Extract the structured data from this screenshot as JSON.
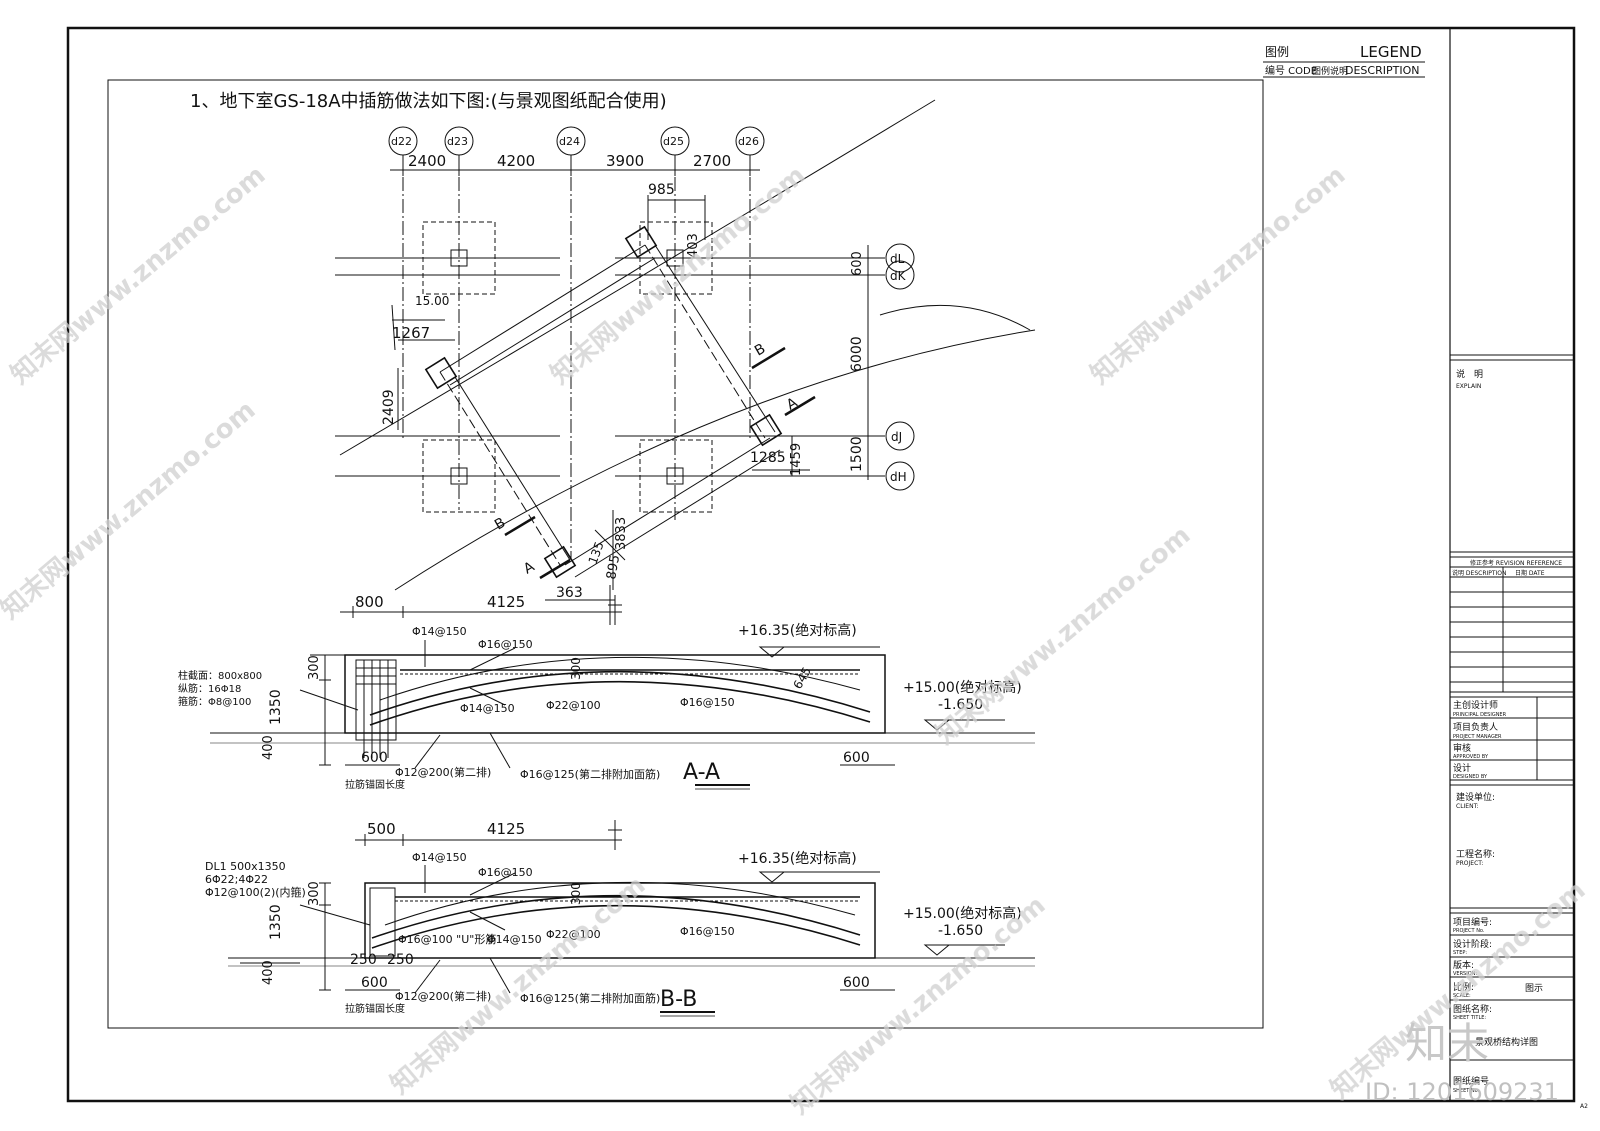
{
  "header": {
    "title": "1、地下室GS-18A中插筋做法如下图:(与景观图纸配合使用)",
    "legend_cn": "图例",
    "legend_en": "LEGEND",
    "legend_code": "编号 CODE",
    "legend_desc_cn": "图例说明",
    "legend_desc_en": "DESCRIPTION"
  },
  "plan": {
    "axes_top": [
      "d22",
      "d23",
      "d24",
      "d25",
      "d26"
    ],
    "axes_right": [
      "dL",
      "dK",
      "dJ",
      "dH"
    ],
    "dims_top": [
      "2400",
      "4200",
      "3900",
      "2700"
    ],
    "dims": {
      "d985": "985",
      "d403": "403",
      "d600": "600",
      "d6000": "6000",
      "d1500": "1500",
      "d1285": "1285",
      "d1459": "1459",
      "d1500b": "15.00",
      "d1267": "1267",
      "d2409": "2409",
      "d3833": "3833",
      "d895": "895",
      "d363": "363",
      "d135": "135",
      "d800": "800",
      "d4125": "4125"
    },
    "cut_a": "A",
    "cut_b": "B"
  },
  "section_aa": {
    "name": "A-A",
    "elev_top": "+16.35(绝对标高)",
    "elev_mid": "+15.00(绝对标高)",
    "elev_low": "-1.650",
    "col_section": "柱截面：800x800",
    "col_main": "纵筋：16Φ18",
    "col_stirrup": "箍筋：Φ8@100",
    "r1": "Φ14@150",
    "r2": "Φ16@150",
    "r3": "Φ14@150",
    "r4": "Φ22@100",
    "r5": "Φ16@150",
    "r6": "Φ12@200(第二排)",
    "r7": "Φ16@125(第二排附加面筋)",
    "anchor": "拉筋锚固长度",
    "d300": "300",
    "d1350": "1350",
    "d400": "400",
    "d600l": "600",
    "d600r": "600",
    "d800": "800",
    "d4125": "4125",
    "d300v": "300",
    "d645": "645"
  },
  "section_bb": {
    "name": "B-B",
    "beam1": "DL1 500x1350",
    "beam2": "6Φ22;4Φ22",
    "beam3": "Φ12@100(2)(内箍)",
    "elev_top": "+16.35(绝对标高)",
    "elev_mid": "+15.00(绝对标高)",
    "elev_low": "-1.650",
    "r1": "Φ14@150",
    "r2": "Φ16@150",
    "r3": "Φ16@100 \"U\"形筋",
    "r3b": "Φ14@150",
    "r4": "Φ22@100",
    "r5": "Φ16@150",
    "r6": "Φ12@200(第二排)",
    "r7": "Φ16@125(第二排附加面筋)",
    "anchor": "拉筋锚固长度",
    "d300": "300",
    "d1350": "1350",
    "d400": "400",
    "d250a": "250",
    "d250b": "250",
    "d600l": "600",
    "d600r": "600",
    "d500": "500",
    "d4125": "4125",
    "d300v": "300"
  },
  "titleblock": {
    "explain_cn": "说　明",
    "explain_en": "EXPLAIN",
    "revision": "修正参考 REVISION REFERENCE",
    "rev_desc": "说明 DESCRIPTION",
    "rev_date": "日期 DATE",
    "designer_cn": "主创设计师",
    "designer_en": "PRINCIPAL DESIGNER",
    "pm_cn": "项目负责人",
    "pm_en": "PROJECT MANAGER",
    "approve_cn": "审核",
    "approve_en": "APPROVED BY",
    "design_cn": "设计",
    "design_en": "DESIGNED BY",
    "client_cn": "建设单位:",
    "client_en": "CLIENT:",
    "project_cn": "工程名称:",
    "project_en": "PROJECT:",
    "projno_cn": "项目编号:",
    "projno_en": "PROJECT No.",
    "stage_cn": "设计阶段:",
    "stage_en": "STEP:",
    "version_cn": "版本:",
    "version_en": "VERSION:",
    "scale_cn": "比例:",
    "scale_en": "SCALE:",
    "scale_val": "图示",
    "sheet_cn": "图纸名称:",
    "sheet_en": "SHEET TITLE:",
    "sheet_val": "景观桥结构详图",
    "sheetno_cn": "图纸编号",
    "sheetno_en": "SHEET No.",
    "size": "A2"
  },
  "watermark": {
    "brand": "知末网www.znzmo.com",
    "logo": "知末",
    "id": "ID: 1201609231"
  }
}
